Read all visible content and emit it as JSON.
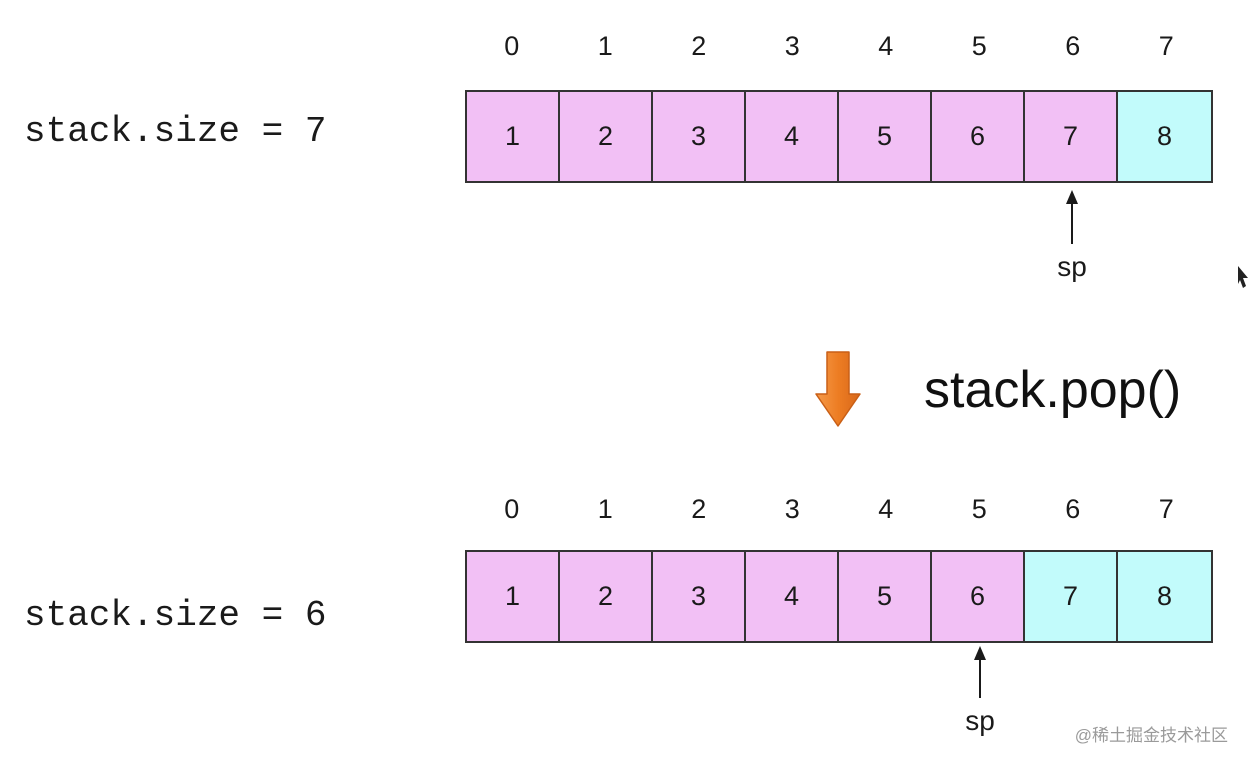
{
  "before": {
    "size_label": "stack.size = 7",
    "indices": [
      "0",
      "1",
      "2",
      "3",
      "4",
      "5",
      "6",
      "7"
    ],
    "cells": [
      "1",
      "2",
      "3",
      "4",
      "5",
      "6",
      "7",
      "8"
    ],
    "size": 7,
    "sp_index": 6,
    "sp_label": "sp"
  },
  "operation": {
    "label": "stack.pop()",
    "arrow_icon": "down-arrow-icon"
  },
  "after": {
    "size_label": "stack.size = 6",
    "indices": [
      "0",
      "1",
      "2",
      "3",
      "4",
      "5",
      "6",
      "7"
    ],
    "cells": [
      "1",
      "2",
      "3",
      "4",
      "5",
      "6",
      "7",
      "8"
    ],
    "size": 6,
    "sp_index": 5,
    "sp_label": "sp"
  },
  "colors": {
    "active_cell": "#f2c0f5",
    "free_cell": "#c2fbfb",
    "arrow": "#ed7d23",
    "border": "#333333"
  },
  "watermark": "@稀土掘金技术社区"
}
